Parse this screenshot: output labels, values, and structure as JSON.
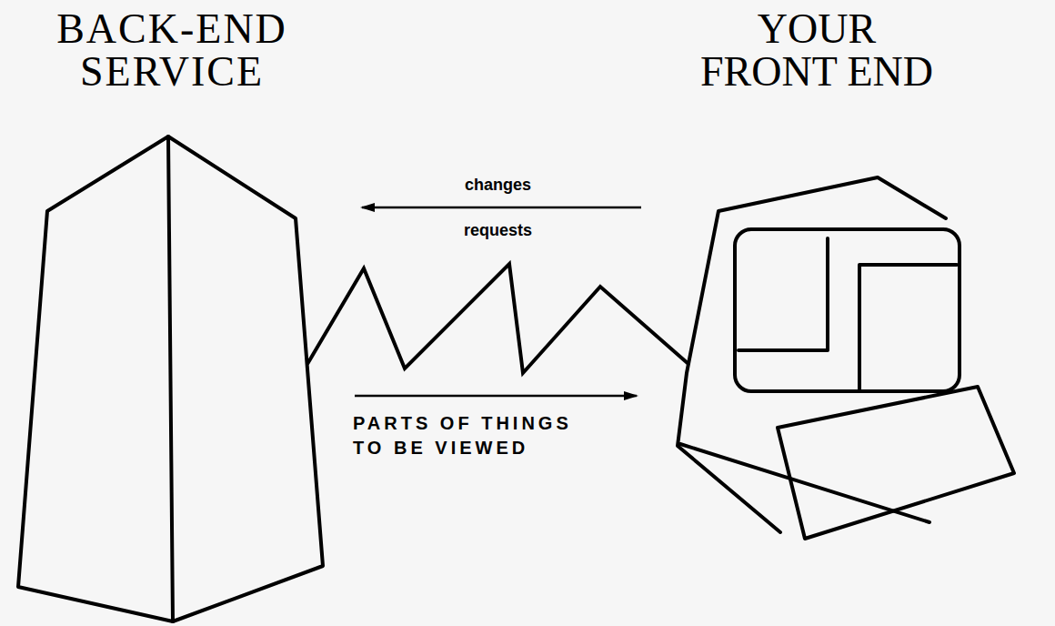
{
  "diagram": {
    "nodes": [
      {
        "text": [
          "BACK-END SERVICE"
        ]
      },
      {
        "text": [
          "YOUR FRONT END"
        ]
      }
    ],
    "edges": [
      {
        "from": 0,
        "to": 1,
        "arrow": "none"
      },
      {
        "from": 1,
        "to": 0,
        "label": "changes requests",
        "arrow": "to"
      },
      {
        "from": 0,
        "to": 1,
        "label": "PARTS OF THINGS TO BE VIEWED",
        "arrow": "to"
      }
    ]
  }
}
